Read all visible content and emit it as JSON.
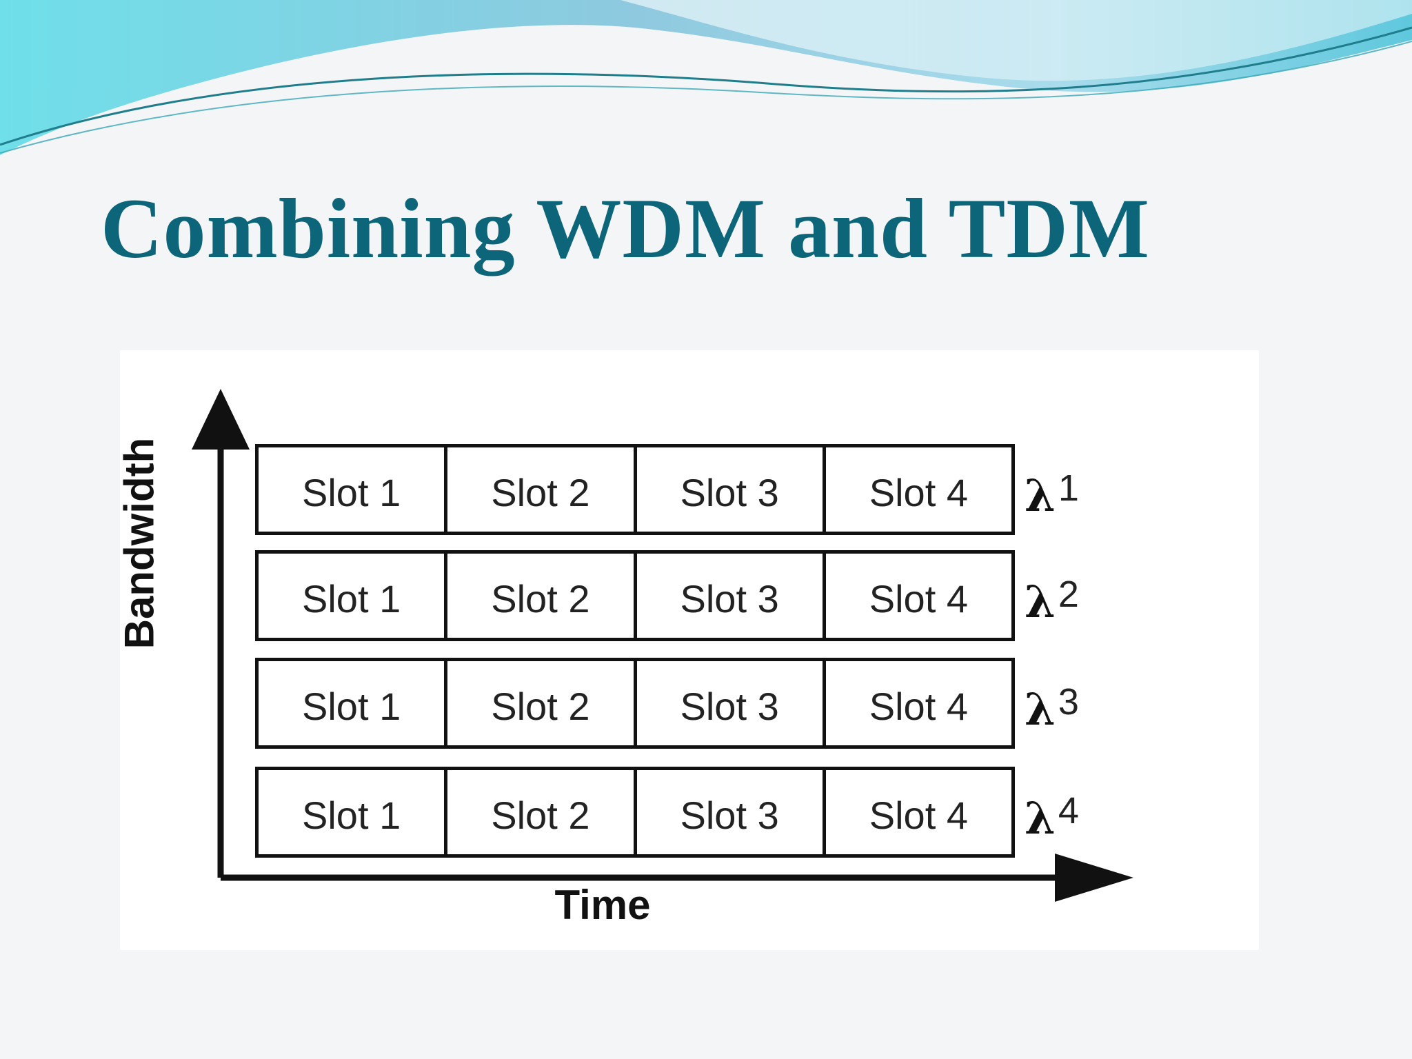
{
  "slide": {
    "title": "Combining WDM and TDM"
  },
  "diagram": {
    "y_axis_label": "Bandwidth",
    "x_axis_label": "Time",
    "rows": [
      {
        "wavelength_symbol": "λ",
        "wavelength_index": "1",
        "slots": [
          "Slot 1",
          "Slot 2",
          "Slot 3",
          "Slot 4"
        ]
      },
      {
        "wavelength_symbol": "λ",
        "wavelength_index": "2",
        "slots": [
          "Slot 1",
          "Slot 2",
          "Slot 3",
          "Slot 4"
        ]
      },
      {
        "wavelength_symbol": "λ",
        "wavelength_index": "3",
        "slots": [
          "Slot 1",
          "Slot 2",
          "Slot 3",
          "Slot 4"
        ]
      },
      {
        "wavelength_symbol": "λ",
        "wavelength_index": "4",
        "slots": [
          "Slot 1",
          "Slot 2",
          "Slot 3",
          "Slot 4"
        ]
      }
    ]
  },
  "colors": {
    "title": "#0d6579",
    "wave_light": "#8fd8e6",
    "wave_mid": "#5ab9d2",
    "wave_dark": "#2a8aa8",
    "wave_line": "#1f7d8c"
  }
}
